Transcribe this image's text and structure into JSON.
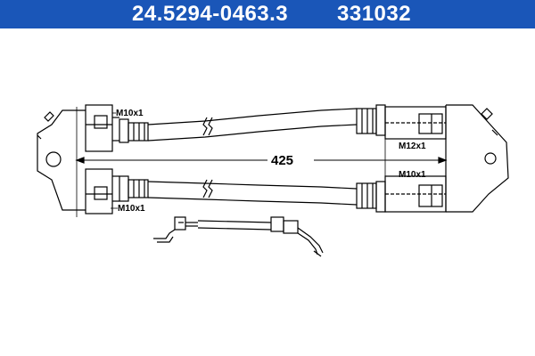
{
  "header": {
    "part_number": "24.5294-0463.3",
    "reference_number": "331032",
    "background_color": "#1a56b8"
  },
  "drawing": {
    "length_dimension": "425",
    "thread_labels": {
      "left_upper": "M10x1",
      "left_lower": "M10x1",
      "right_upper": "M12x1",
      "right_lower": "M10x1"
    }
  }
}
